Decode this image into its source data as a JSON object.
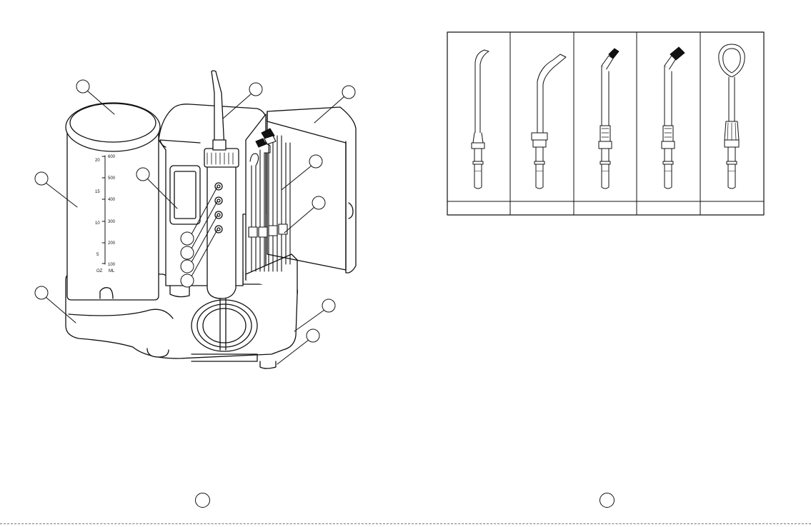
{
  "scale_oz": [
    "20",
    "15",
    "10",
    "5",
    "OZ"
  ],
  "scale_ml": [
    "600",
    "500",
    "400",
    "300",
    "200",
    "100",
    "ML"
  ],
  "tips_table": {
    "header_cells": [
      "",
      "",
      "",
      "",
      ""
    ],
    "tips": [
      {
        "name": "classic-jet-tip"
      },
      {
        "name": "periodontal-tip"
      },
      {
        "name": "orthodontic-tip"
      },
      {
        "name": "plaque-seeker-tip"
      },
      {
        "name": "tongue-cleaner-tip"
      }
    ]
  },
  "page_numbers": [
    "",
    ""
  ],
  "colors": {
    "line": "#111111",
    "background": "#ffffff"
  }
}
